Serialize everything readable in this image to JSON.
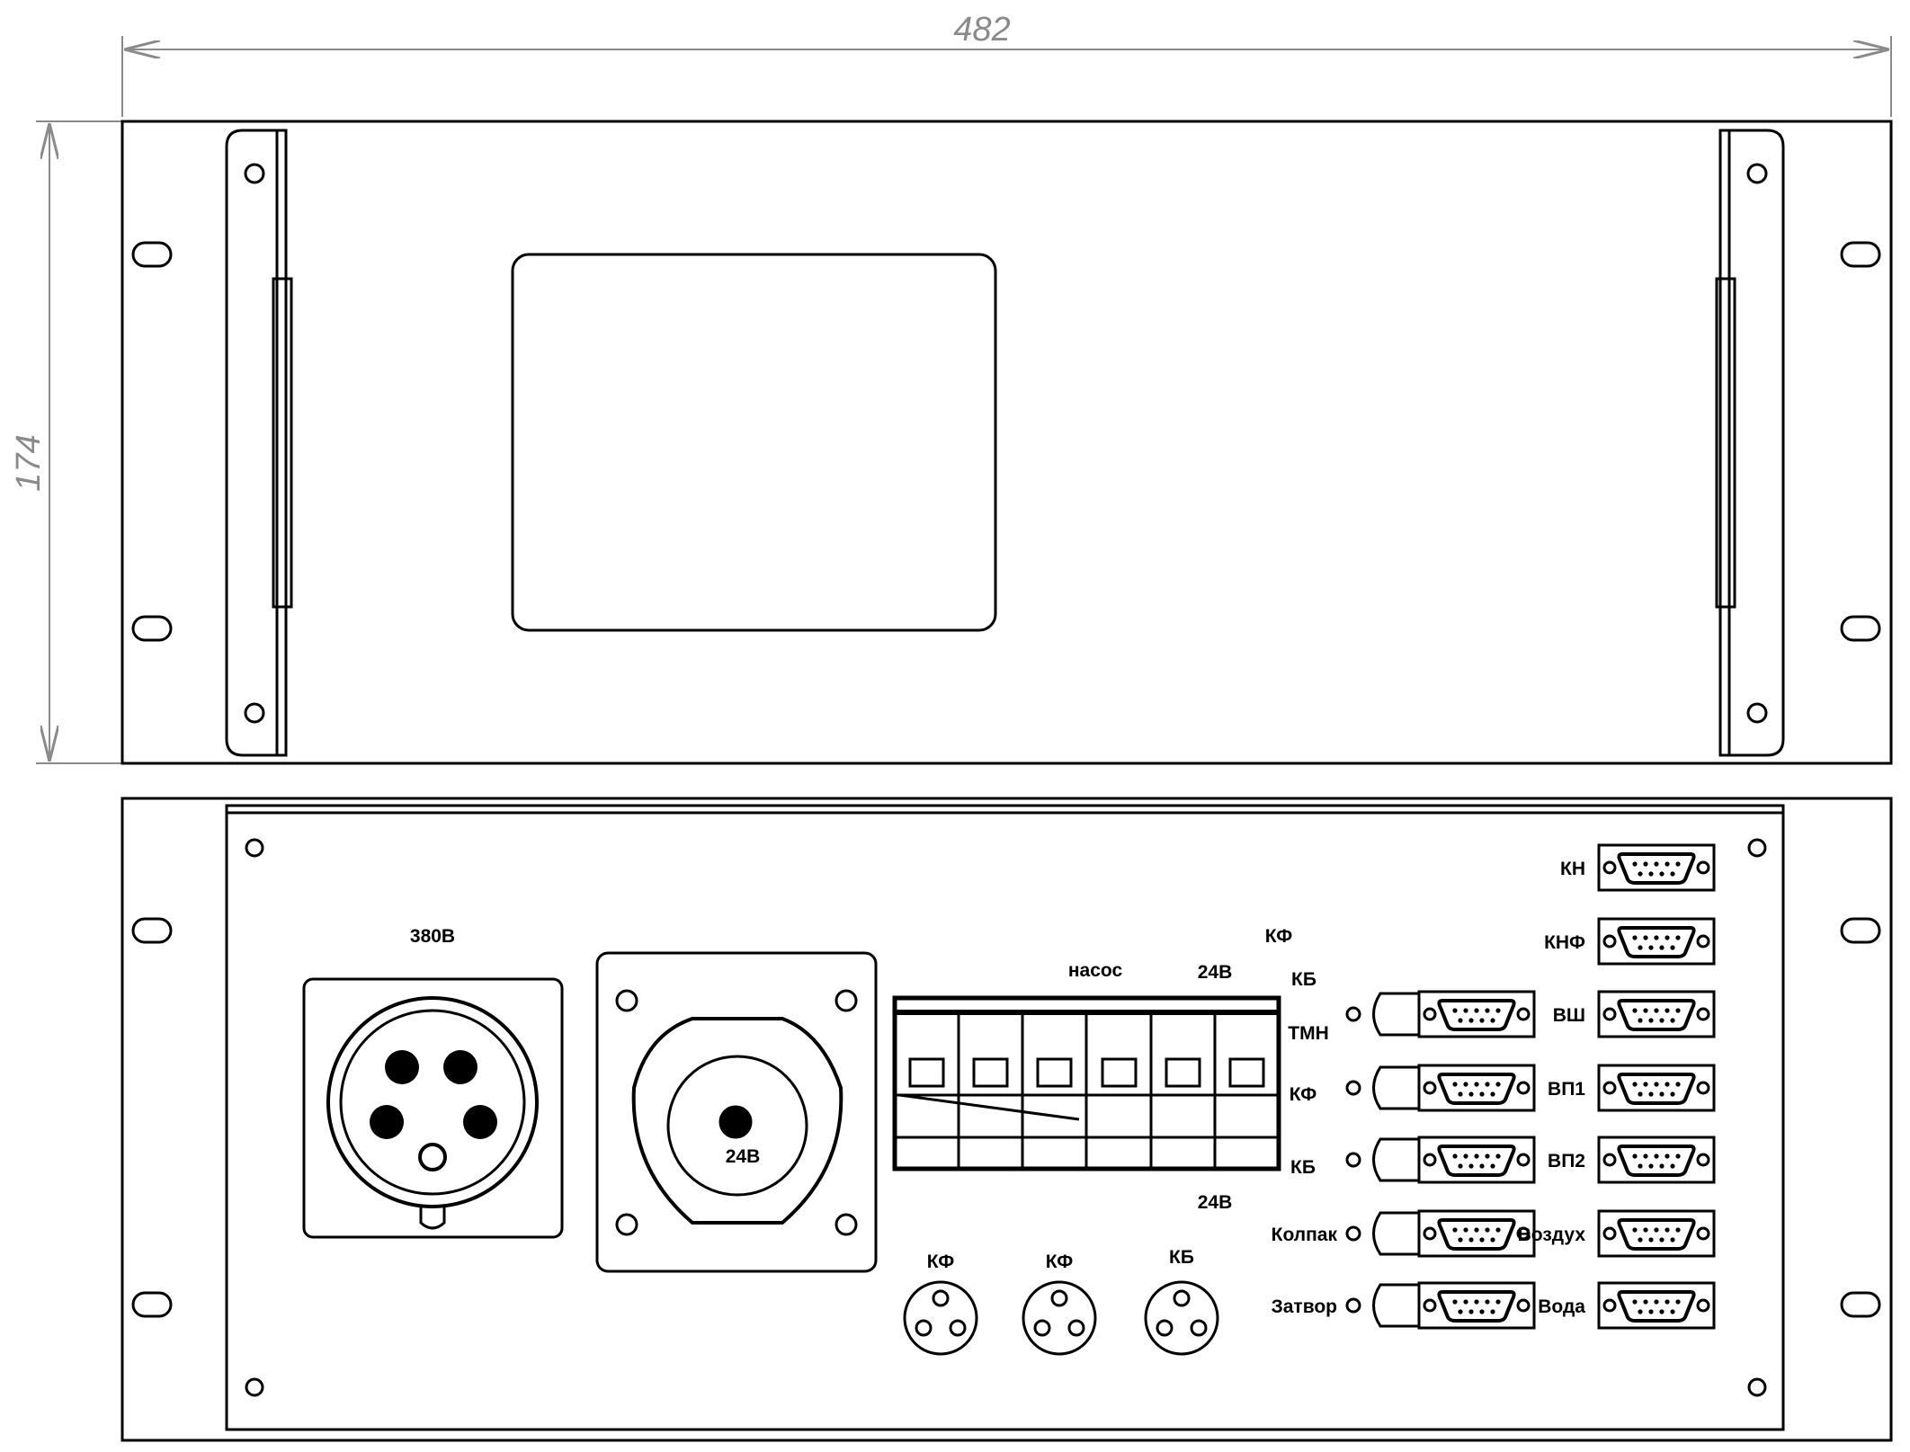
{
  "dimensions": {
    "width_label": "482",
    "height_label": "174"
  },
  "front_panel": {},
  "rear_panel": {
    "top_labels": {
      "power_380": "380В",
      "pump": "насос",
      "v24": "24В",
      "kf": "КФ",
      "kb": "КБ",
      "tmn": "ТМН"
    },
    "socket_24_label": "24В",
    "breaker_side_labels": {
      "kf": "КФ",
      "kb": "КБ",
      "v24_bottom": "24В"
    },
    "round_connectors": [
      {
        "label": "КФ"
      },
      {
        "label": "КФ"
      },
      {
        "label": "КБ"
      }
    ],
    "middle_connectors": [
      {
        "label": ""
      },
      {
        "label": ""
      },
      {
        "label": ""
      },
      {
        "label": "Колпак"
      },
      {
        "label": "Затвор"
      }
    ],
    "right_connectors": [
      {
        "label": "КН"
      },
      {
        "label": "КНФ"
      },
      {
        "label": "ВШ"
      },
      {
        "label": "ВП1"
      },
      {
        "label": "ВП2"
      },
      {
        "label": "Воздух"
      },
      {
        "label": "Вода"
      }
    ]
  }
}
